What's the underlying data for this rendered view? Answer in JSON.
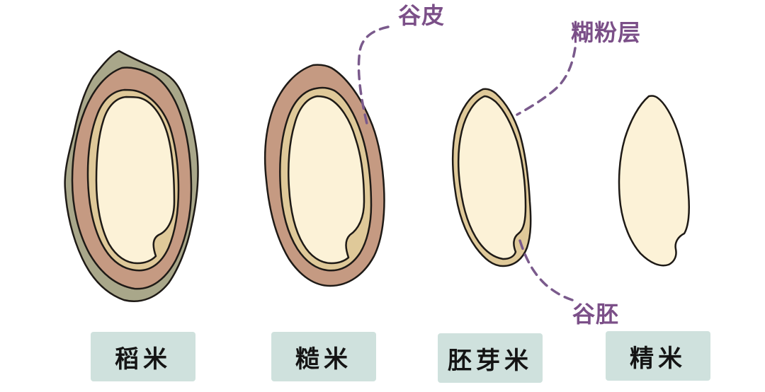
{
  "callouts": {
    "bran": "谷皮",
    "aleurone": "糊粉层",
    "germ": "谷胚"
  },
  "labels": {
    "paddy": "稻米",
    "brown": "糙米",
    "germinated": "胚芽米",
    "polished": "精米"
  },
  "colors": {
    "husk": "#a9a78a",
    "bran": "#c59a82",
    "aleurone": "#dfc999",
    "endosperm": "#fcf2d7",
    "callout": "#7b4f88",
    "label_bg": "#cfe1dd"
  }
}
